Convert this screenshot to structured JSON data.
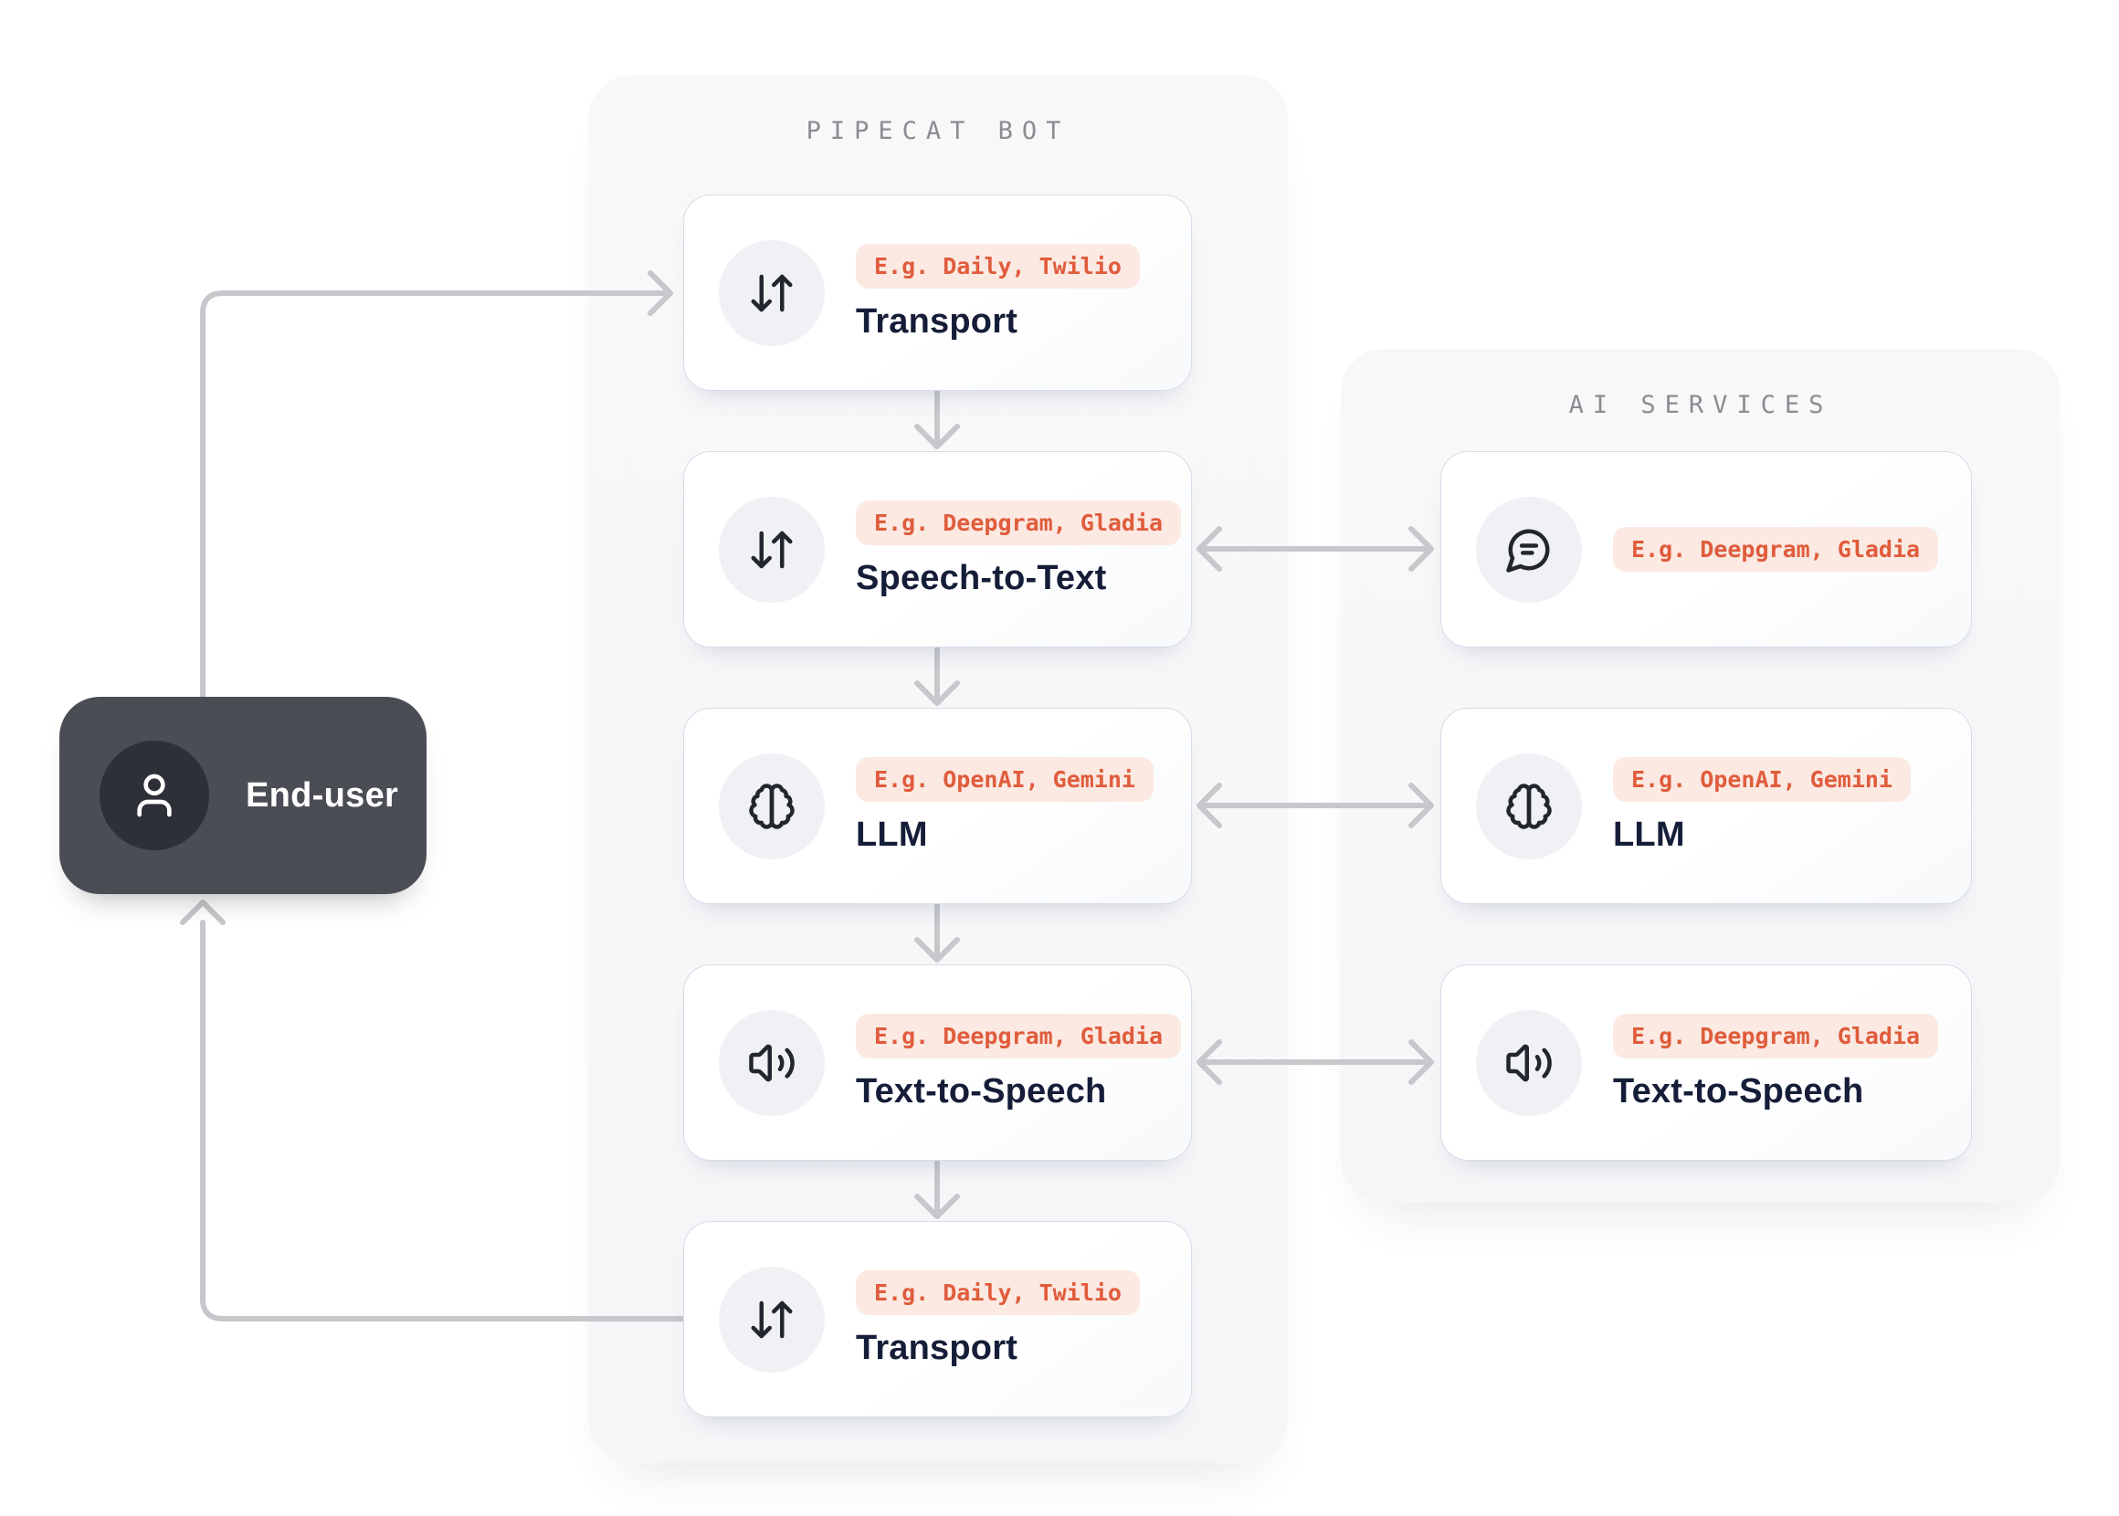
{
  "end_user": {
    "label": "End-user",
    "icon": "user-icon"
  },
  "pipecat_panel": {
    "title": "PIPECAT BOT",
    "cards": [
      {
        "icon": "arrow-down-up-icon",
        "badge": "E.g. Daily, Twilio",
        "title": "Transport"
      },
      {
        "icon": "arrow-down-up-icon",
        "badge": "E.g. Deepgram, Gladia",
        "title": "Speech-to-Text"
      },
      {
        "icon": "brain-icon",
        "badge": "E.g. OpenAI, Gemini",
        "title": "LLM"
      },
      {
        "icon": "speaker-icon",
        "badge": "E.g. Deepgram, Gladia",
        "title": "Text-to-Speech"
      },
      {
        "icon": "arrow-down-up-icon",
        "badge": "E.g. Daily, Twilio",
        "title": "Transport"
      }
    ]
  },
  "ai_panel": {
    "title": "AI SERVICES",
    "cards": [
      {
        "icon": "chat-bubble-icon",
        "badge": "E.g. Deepgram, Gladia",
        "title": ""
      },
      {
        "icon": "brain-icon",
        "badge": "E.g. OpenAI, Gemini",
        "title": "LLM"
      },
      {
        "icon": "speaker-icon",
        "badge": "E.g. Deepgram, Gladia",
        "title": "Text-to-Speech"
      }
    ]
  },
  "colors": {
    "accent_orange": "#e05c3c",
    "badge_background": "#fbe9e2",
    "card_border": "#d6dce9",
    "panel_background": "#f7f7f8",
    "panel_title_gray": "#898c92",
    "arrow_gray": "#c6c8cc",
    "card_title_navy": "#151d38",
    "end_user_box": "#4b4d55",
    "end_user_circle": "#2e3038"
  }
}
